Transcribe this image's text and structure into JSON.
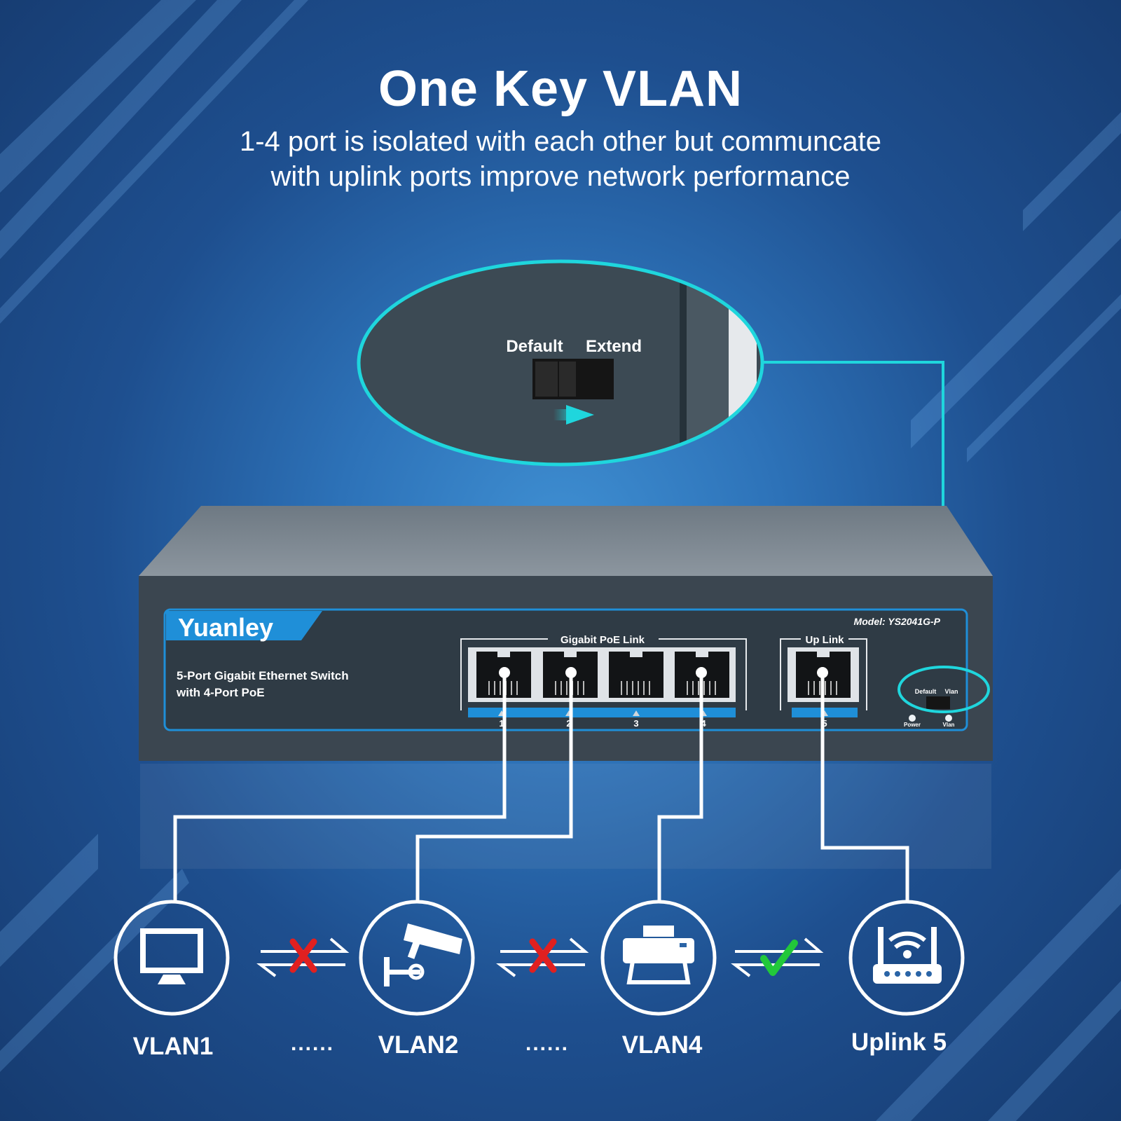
{
  "title": "One Key VLAN",
  "subtitle_lines": [
    "1-4 port is isolated with each other but communcate",
    "with uplink ports improve network performance"
  ],
  "zoom": {
    "left_label": "Default",
    "right_label": "Extend"
  },
  "switch": {
    "brand": "Yuanley",
    "model": "Model: YS2041G-P",
    "description_lines": [
      "5-Port Gigabit Ethernet Switch",
      "with 4-Port PoE"
    ],
    "poe_group_label": "Gigabit PoE Link",
    "uplink_group_label": "Up Link",
    "port_numbers": [
      "1",
      "2",
      "3",
      "4",
      "5"
    ],
    "dip_labels": [
      "Default",
      "Vlan"
    ],
    "led_labels": [
      "Power",
      "Vlan"
    ]
  },
  "devices": [
    {
      "label": "VLAN1",
      "icon": "monitor-icon"
    },
    {
      "label": "VLAN2",
      "icon": "camera-icon"
    },
    {
      "label": "VLAN4",
      "icon": "printer-icon"
    },
    {
      "label": "Uplink 5",
      "icon": "router-icon"
    }
  ],
  "separators": [
    "......",
    "......"
  ],
  "links": [
    {
      "between": "VLAN1-VLAN2",
      "status": "blocked",
      "mark": "red-cross-icon"
    },
    {
      "between": "VLAN2-VLAN4",
      "status": "blocked",
      "mark": "red-cross-icon"
    },
    {
      "between": "VLAN4-Uplink 5",
      "status": "allowed",
      "mark": "green-check-icon"
    }
  ],
  "colors": {
    "accent": "#1fd6dd",
    "blocked": "#e02020",
    "allowed": "#22c83a",
    "panel": "#3b4650"
  }
}
